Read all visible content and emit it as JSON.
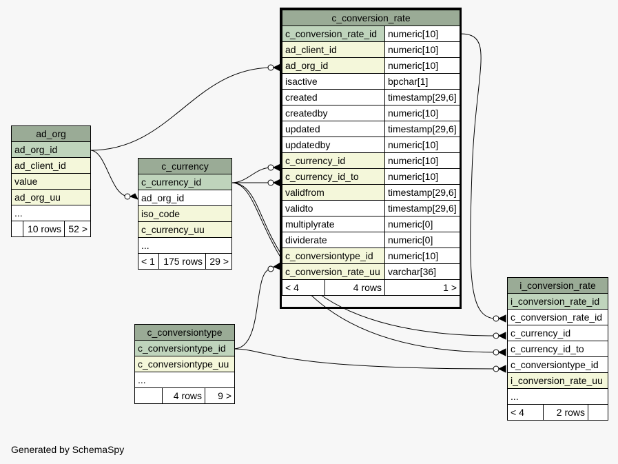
{
  "footer": "Generated by SchemaSpy",
  "tables": {
    "ad_org": {
      "name": "ad_org",
      "columns": [
        "ad_org_id",
        "ad_client_id",
        "value",
        "ad_org_uu",
        "..."
      ],
      "footer": [
        "",
        "10 rows",
        "52 >"
      ]
    },
    "c_currency": {
      "name": "c_currency",
      "columns": [
        "c_currency_id",
        "ad_org_id",
        "iso_code",
        "c_currency_uu",
        "..."
      ],
      "footer": [
        "< 1",
        "175 rows",
        "29 >"
      ]
    },
    "c_conversiontype": {
      "name": "c_conversiontype",
      "columns": [
        "c_conversiontype_id",
        "c_conversiontype_uu",
        "..."
      ],
      "footer": [
        "",
        "4 rows",
        "9 >"
      ]
    },
    "c_conversion_rate": {
      "name": "c_conversion_rate",
      "columns": [
        {
          "name": "c_conversion_rate_id",
          "type": "numeric[10]"
        },
        {
          "name": "ad_client_id",
          "type": "numeric[10]"
        },
        {
          "name": "ad_org_id",
          "type": "numeric[10]"
        },
        {
          "name": "isactive",
          "type": "bpchar[1]"
        },
        {
          "name": "created",
          "type": "timestamp[29,6]"
        },
        {
          "name": "createdby",
          "type": "numeric[10]"
        },
        {
          "name": "updated",
          "type": "timestamp[29,6]"
        },
        {
          "name": "updatedby",
          "type": "numeric[10]"
        },
        {
          "name": "c_currency_id",
          "type": "numeric[10]"
        },
        {
          "name": "c_currency_id_to",
          "type": "numeric[10]"
        },
        {
          "name": "validfrom",
          "type": "timestamp[29,6]"
        },
        {
          "name": "validto",
          "type": "timestamp[29,6]"
        },
        {
          "name": "multiplyrate",
          "type": "numeric[0]"
        },
        {
          "name": "dividerate",
          "type": "numeric[0]"
        },
        {
          "name": "c_conversiontype_id",
          "type": "numeric[10]"
        },
        {
          "name": "c_conversion_rate_uu",
          "type": "varchar[36]"
        }
      ],
      "footer": [
        "< 4",
        "4 rows",
        "1 >"
      ]
    },
    "i_conversion_rate": {
      "name": "i_conversion_rate",
      "columns": [
        "i_conversion_rate_id",
        "c_conversion_rate_id",
        "c_currency_id",
        "c_currency_id_to",
        "c_conversiontype_id",
        "i_conversion_rate_uu",
        "..."
      ],
      "footer": [
        "< 4",
        "2 rows",
        ""
      ]
    }
  },
  "colors": {
    "header": "#9aab96",
    "primary_key": "#bfd4bc",
    "foreign_key": "#f4f7da",
    "background": "#f7f7f7"
  }
}
